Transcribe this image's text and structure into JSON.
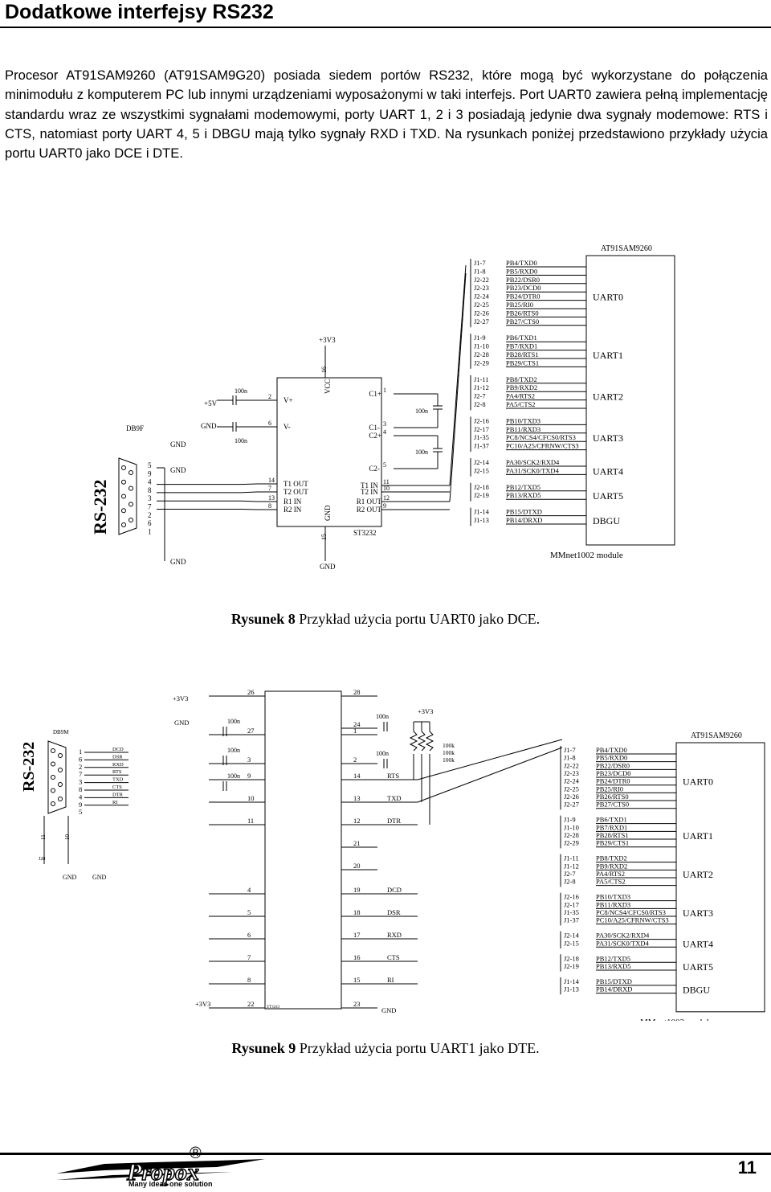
{
  "header": {
    "title": "Dodatkowe interfejsy RS232"
  },
  "body": {
    "paragraph": "Procesor AT91SAM9260 (AT91SAM9G20) posiada siedem portów RS232, które mogą być wykorzystane do połączenia minimodułu z komputerem PC lub innymi urządzeniami wyposażonymi w taki interfejs. Port UART0 zawiera pełną implementację standardu wraz ze wszystkimi sygnałami modemowymi, porty UART 1, 2 i 3 posiadają jedynie dwa sygnały modemowe: RTS i CTS, natomiast porty UART 4, 5 i DBGU mają tylko sygnały RXD i TXD. Na rysunkach poniżej przedstawiono przykłady użycia portu UART0 jako DCE i DTE."
  },
  "figure1": {
    "caption_label": "Rysunek 8",
    "caption_text": " Przykład użycia portu UART0 jako DCE.",
    "rs232": "RS-232",
    "db9": "DB9F",
    "db9_pins": [
      "5",
      "9",
      "4",
      "8",
      "3",
      "7",
      "2",
      "6",
      "1"
    ],
    "ic_name": "ST3232",
    "ic_left": [
      "V+",
      "V-",
      "T1 OUT",
      "T2 OUT",
      "R1 IN",
      "R2 IN"
    ],
    "ic_right": [
      "C1+",
      "C1-",
      "C2+",
      "C2-",
      "T1 IN",
      "T2 IN",
      "R1 OUT",
      "R2 OUT"
    ],
    "ic_top": [
      "VCC",
      "+3V3",
      "16"
    ],
    "ic_bottom": [
      "GND",
      "15"
    ],
    "pins_left": [
      "2",
      "6",
      "14",
      "7",
      "13",
      "8"
    ],
    "pins_right": [
      "1",
      "3",
      "4",
      "5",
      "11",
      "10",
      "12",
      "9"
    ],
    "caps": [
      "100n",
      "100n",
      "100n",
      "100n"
    ],
    "supplies": [
      "+5V",
      "GND",
      "GND",
      "GND",
      "GND",
      "GND"
    ]
  },
  "figure2": {
    "caption_label": "Rysunek 9",
    "caption_text": " Przykład użycia portu UART1 jako DTE.",
    "rs232": "RS-232",
    "db9": "DB9M",
    "db9_pins": [
      "1",
      "6",
      "2",
      "7",
      "3",
      "8",
      "4",
      "9",
      "5"
    ],
    "db9_signals": [
      "DCD",
      "DSR",
      "RXD",
      "RTS",
      "TXD",
      "CTS",
      "DTR",
      "RI"
    ],
    "ic_left_pins": [
      "26",
      "27",
      "3",
      "9",
      "10",
      "11",
      "4",
      "5",
      "6",
      "7",
      "8",
      "22"
    ],
    "ic_right_pins": [
      "28",
      "24",
      "1",
      "2",
      "14",
      "13",
      "12",
      "21",
      "20",
      "19",
      "18",
      "17",
      "16",
      "15",
      "23"
    ],
    "ic_signals": [
      "RTS",
      "TXD",
      "DTR",
      "DCD",
      "DSR",
      "RXD",
      "CTS",
      "RI"
    ],
    "ic_small_label": "ZT3243",
    "resistors": [
      "100k",
      "100k",
      "100k"
    ],
    "caps": [
      "100n",
      "100n",
      "100n",
      "100n",
      "100n"
    ],
    "supplies": [
      "+3V3",
      "+3V3",
      "+3V3",
      "GND",
      "GND",
      "GND",
      "GND"
    ],
    "misc": [
      "11",
      "10",
      "J20"
    ]
  },
  "module": {
    "chip": "AT91SAM9260",
    "module_name": "MMnet1002 module",
    "groups": [
      {
        "uart": "UART0",
        "j": [
          "J1-7",
          "J1-8",
          "J2-22",
          "J2-23",
          "J2-24",
          "J2-25",
          "J2-26",
          "J2-27"
        ],
        "pb": [
          "PB4/TXD0",
          "PB5/RXD0",
          "PB22/DSR0",
          "PB23/DCD0",
          "PB24/DTR0",
          "PB25/RI0",
          "PB26/RTS0",
          "PB27/CTS0"
        ]
      },
      {
        "uart": "UART1",
        "j": [
          "J1-9",
          "J1-10",
          "J2-28",
          "J2-29"
        ],
        "pb": [
          "PB6/TXD1",
          "PB7/RXD1",
          "PB28/RTS1",
          "PB29/CTS1"
        ]
      },
      {
        "uart": "UART2",
        "j": [
          "J1-11",
          "J1-12",
          "J2-7",
          "J2-8"
        ],
        "pb": [
          "PB8/TXD2",
          "PB9/RXD2",
          "PA4/RTS2",
          "PA5/CTS2"
        ]
      },
      {
        "uart": "UART3",
        "j": [
          "J2-16",
          "J2-17",
          "J1-35",
          "J1-37"
        ],
        "pb": [
          "PB10/TXD3",
          "PB11/RXD3",
          "PC8/NCS4/CFCS0/RTS3",
          "PC10/A25/CFRNW/CTS3"
        ]
      },
      {
        "uart": "UART4",
        "j": [
          "J2-14",
          "J2-15"
        ],
        "pb": [
          "PA30/SCK2/RXD4",
          "PA31/SCK0/TXD4"
        ]
      },
      {
        "uart": "UART5",
        "j": [
          "J2-18",
          "J2-19"
        ],
        "pb": [
          "PB12/TXD5",
          "PB13/RXD5"
        ]
      },
      {
        "uart": "DBGU",
        "j": [
          "J1-14",
          "J1-13"
        ],
        "pb": [
          "PB15/DTXD",
          "PB14/DRXD"
        ]
      }
    ]
  },
  "footer": {
    "logo_text": "Propox",
    "registered": "®",
    "tagline": "Many ideas one solution",
    "page_number": "11"
  }
}
